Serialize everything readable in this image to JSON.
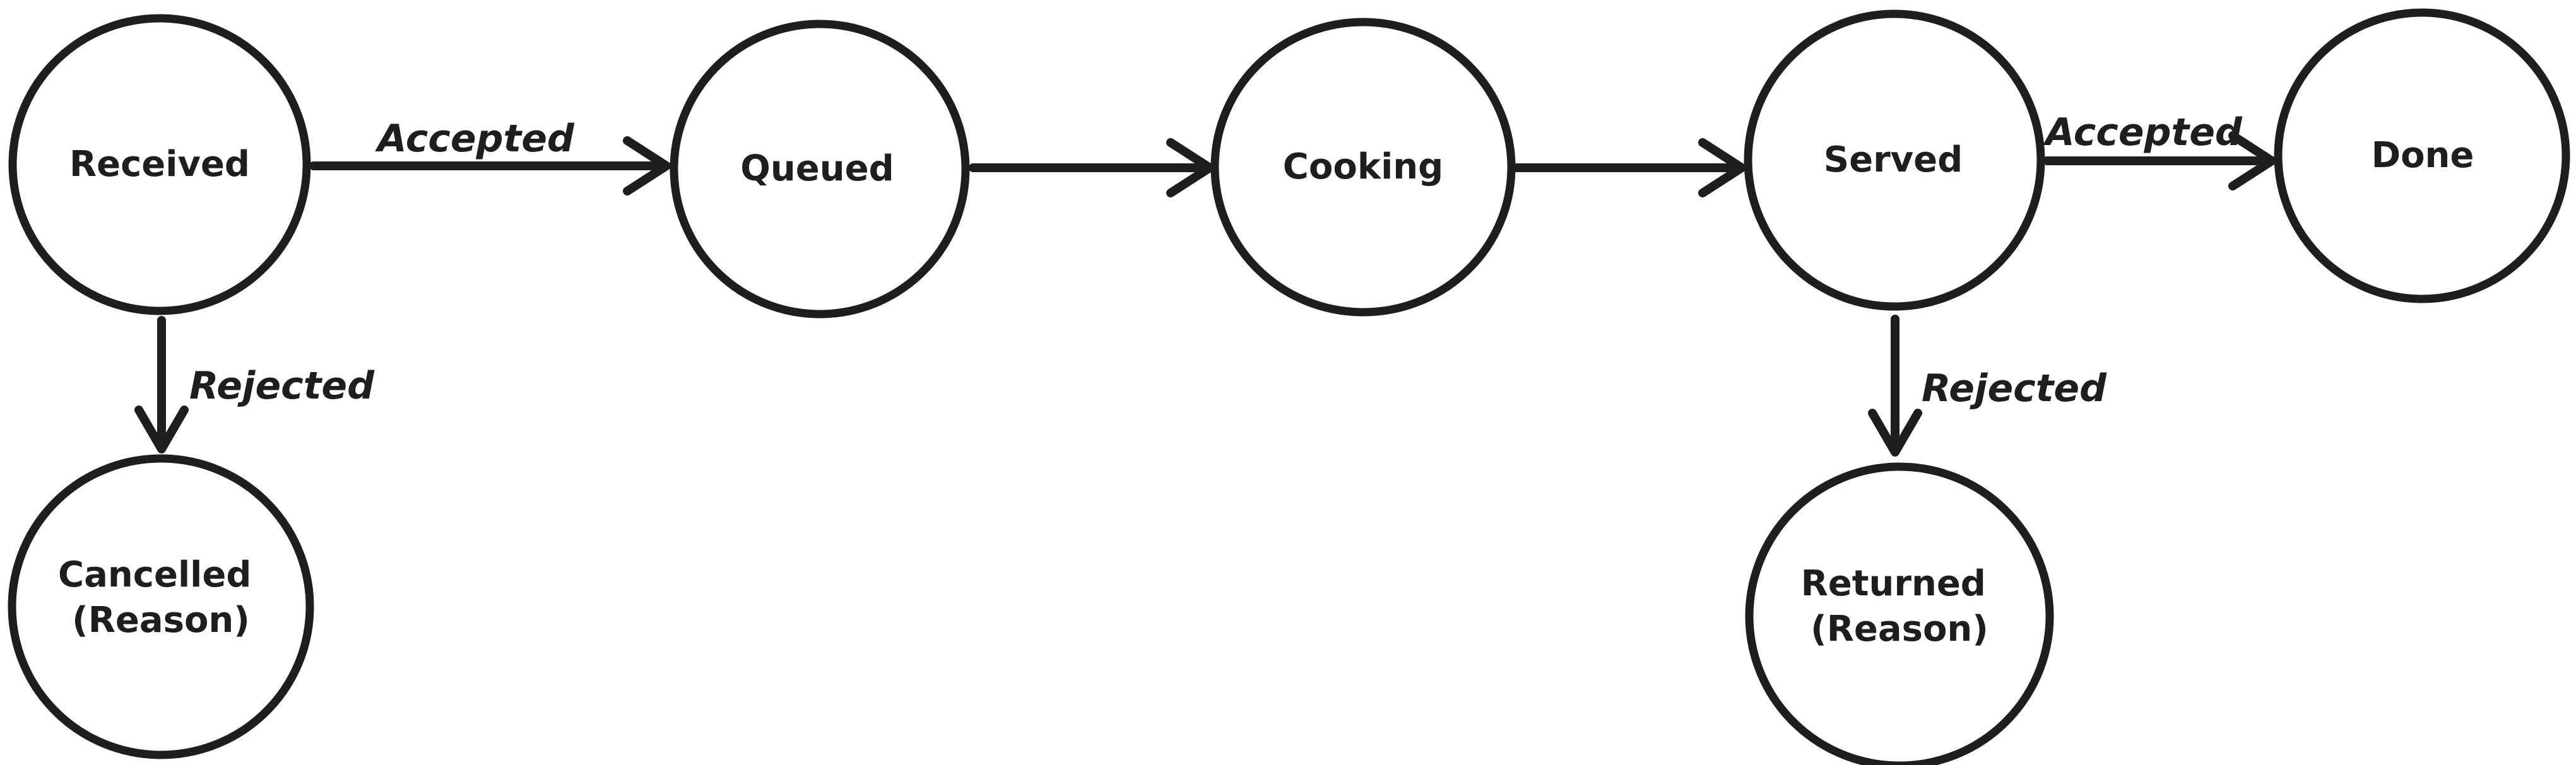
{
  "colors": {
    "stroke": "#1e1e1e",
    "background": "#ffffff"
  },
  "diagram": {
    "type": "state-diagram",
    "nodes": [
      {
        "id": "received",
        "label": "Received"
      },
      {
        "id": "queued",
        "label": "Queued"
      },
      {
        "id": "cooking",
        "label": "Cooking"
      },
      {
        "id": "served",
        "label": "Served"
      },
      {
        "id": "done",
        "label": "Done"
      },
      {
        "id": "cancelled",
        "label": "Cancelled (Reason)",
        "line1": "Cancelled",
        "line2": "(Reason)"
      },
      {
        "id": "returned",
        "label": "Returned (Reason)",
        "line1": "Returned",
        "line2": "(Reason)"
      }
    ],
    "edges": [
      {
        "from": "Received",
        "to": "Queued",
        "label": "Accepted"
      },
      {
        "from": "Queued",
        "to": "Cooking",
        "label": ""
      },
      {
        "from": "Cooking",
        "to": "Served",
        "label": ""
      },
      {
        "from": "Served",
        "to": "Done",
        "label": "Accepted"
      },
      {
        "from": "Received",
        "to": "Cancelled (Reason)",
        "label": "Rejected"
      },
      {
        "from": "Served",
        "to": "Returned (Reason)",
        "label": "Rejected"
      }
    ]
  }
}
